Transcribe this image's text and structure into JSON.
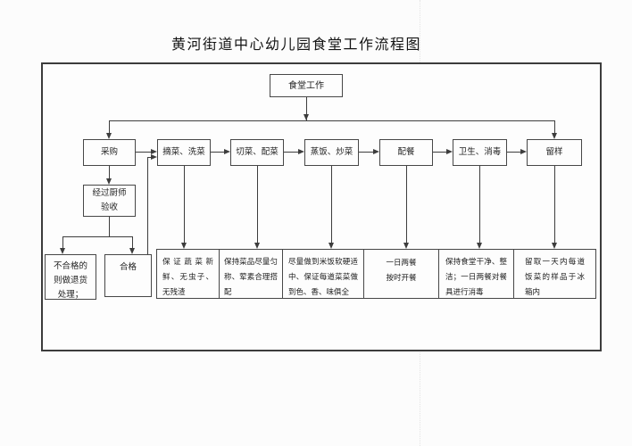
{
  "page": {
    "title": "黄河街道中心幼儿园食堂工作流程图"
  },
  "flowchart": {
    "root": {
      "label": "食堂工作"
    },
    "main_steps": [
      {
        "label": "采购"
      },
      {
        "label": "摘菜、洗菜"
      },
      {
        "label": "切菜、配菜"
      },
      {
        "label": "蒸饭、炒菜"
      },
      {
        "label": "配餐"
      },
      {
        "label": "卫生、消毒"
      },
      {
        "label": "留样"
      }
    ],
    "inspection": {
      "label": "经过厨师验收"
    },
    "inspection_outcomes": [
      {
        "label": "不合格的则做退货处理；"
      },
      {
        "label": "合格"
      }
    ],
    "step_notes": [
      {
        "label": "保证蔬菜新鲜、无虫子、无残渣"
      },
      {
        "label": "保持菜品尽量匀称、荤素合理搭配"
      },
      {
        "label": "尽量做到米饭软硬适中、保证每道菜菜做到色、香、味俱全"
      },
      {
        "label": "一日两餐按时开餐"
      },
      {
        "label": "保持食堂干净、整洁；一日两餐对餐具进行消毒"
      },
      {
        "label": "留取一天内每道饭菜的样品于冰箱内"
      }
    ]
  },
  "colors": {
    "line": "#3d3d3d",
    "box_border": "#474747",
    "text": "#1e1e1e",
    "background": "#fcfcfc"
  }
}
